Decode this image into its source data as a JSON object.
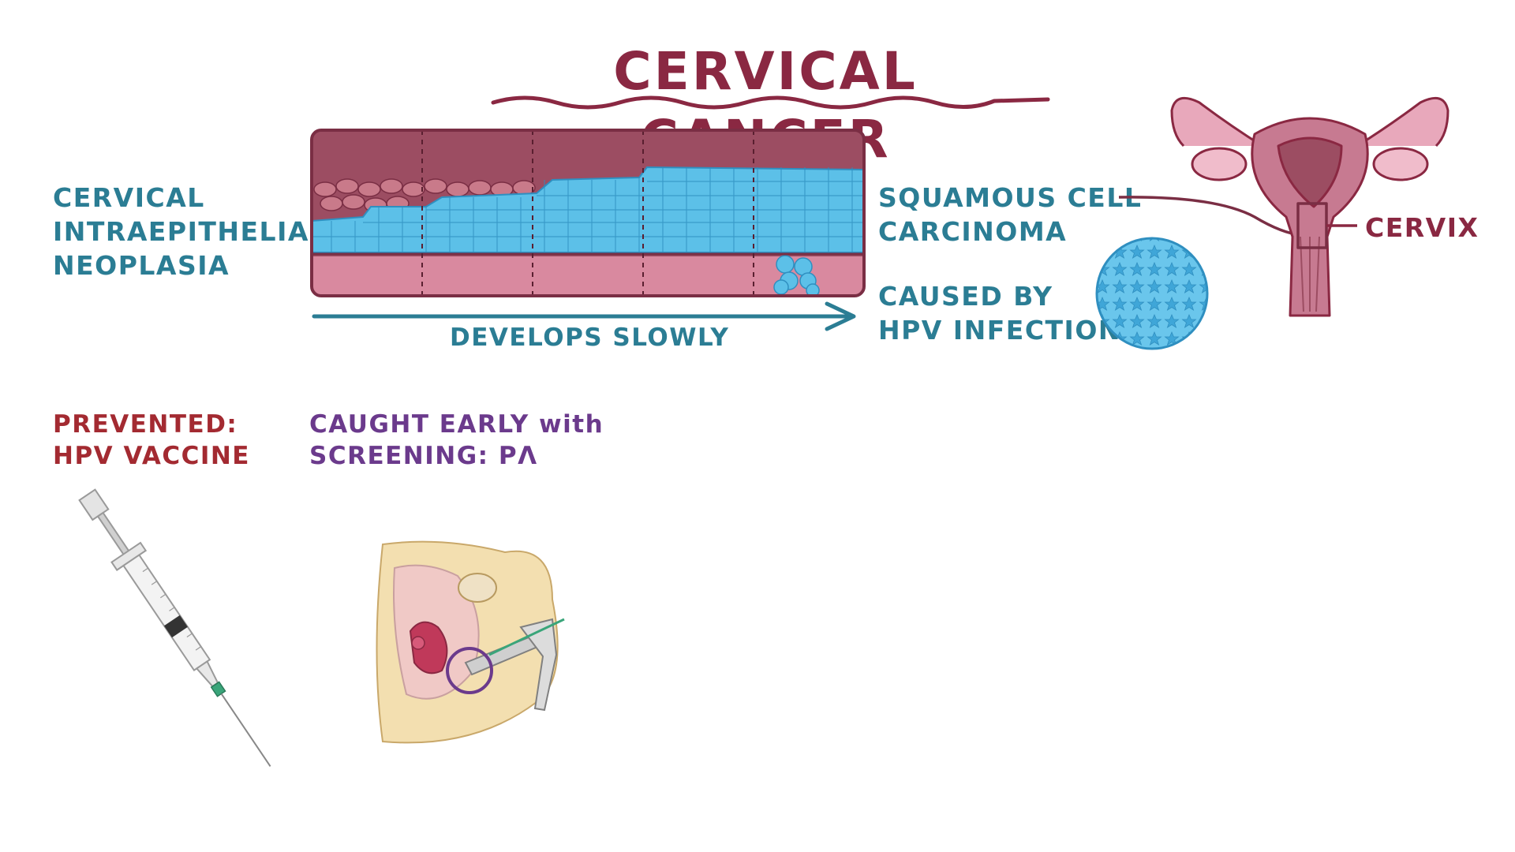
{
  "title": "CERVICAL CANCER",
  "labels": {
    "cin": [
      "CERVICAL",
      "INTRAEPITHELIAL",
      "NEOPLASIA"
    ],
    "scc": [
      "SQUAMOUS CELL",
      "CARCINOMA"
    ],
    "hpv": [
      "CAUSED BY",
      "HPV INFECTION"
    ],
    "arrow": "DEVELOPS SLOWLY",
    "cervix": "CERVIX",
    "prevented": [
      "PREVENTED:",
      "HPV VACCINE"
    ],
    "screening": {
      "line1_main": "CAUGHT EARLY",
      "line1_tail": "with",
      "line2": "SCREENING: Pʌ"
    }
  },
  "colors": {
    "teal": "#2b7d94",
    "maroon": "#8a2842",
    "red": "#a32a31",
    "purple": "#6b3a8c",
    "cell_blue": "#5cc0e8",
    "tissue_pink": "#d9899f"
  },
  "icons": [
    "tissue-progression-diagram",
    "uterus-icon",
    "hpv-virus-icon",
    "syringe-icon",
    "pelvic-screening-illustration"
  ]
}
